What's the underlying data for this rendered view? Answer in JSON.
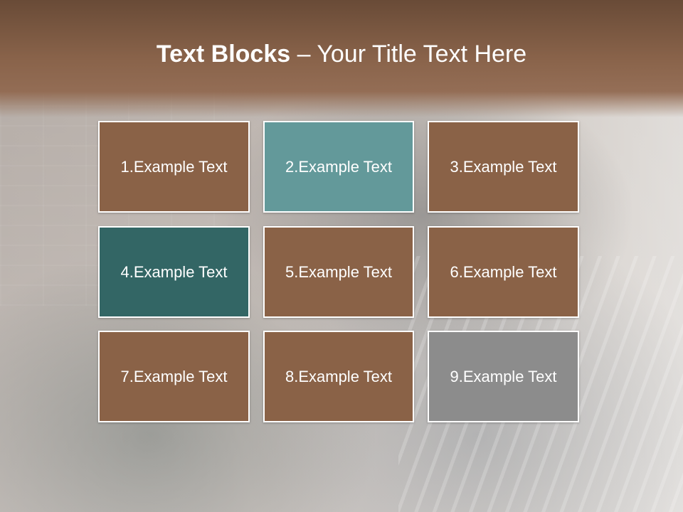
{
  "title": {
    "bold_part": "Text Blocks",
    "separator": " – ",
    "regular_part": "Your Title Text Here"
  },
  "colors": {
    "brown": "#8a6247",
    "teal_light": "#63999a",
    "teal_dark": "#336665",
    "gray": "#8c8c8c",
    "title_band": "#8a6449",
    "text": "#ffffff"
  },
  "blocks": [
    {
      "label": "1.Example Text",
      "color": "#8a6247"
    },
    {
      "label": "2.Example Text",
      "color": "#63999a"
    },
    {
      "label": "3.Example Text",
      "color": "#8a6247"
    },
    {
      "label": "4.Example Text",
      "color": "#336665"
    },
    {
      "label": "5.Example Text",
      "color": "#8a6247"
    },
    {
      "label": "6.Example Text",
      "color": "#8a6247"
    },
    {
      "label": "7.Example Text",
      "color": "#8a6247"
    },
    {
      "label": "8.Example Text",
      "color": "#8a6247"
    },
    {
      "label": "9.Example Text",
      "color": "#8c8c8c"
    }
  ]
}
